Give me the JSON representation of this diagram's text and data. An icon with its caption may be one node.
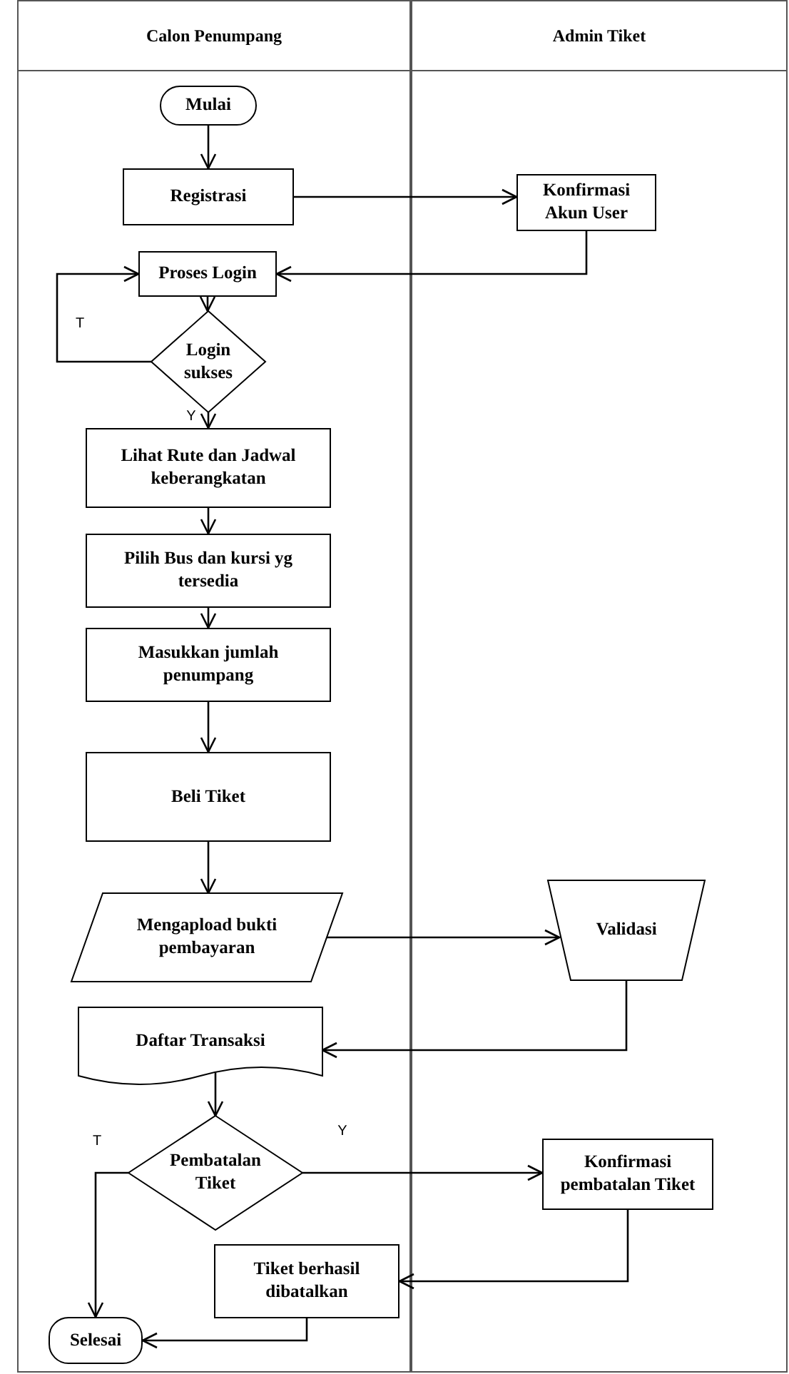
{
  "diagram": {
    "nodes": [
      {
        "text": [
          "Calon Penumpang"
        ]
      },
      {
        "text": [
          "Admin Tiket"
        ]
      },
      {
        "text": [
          "Mulai"
        ],
        "in": 0
      },
      {
        "text": [
          "Registrasi"
        ],
        "in": 0
      },
      {
        "text": [
          "Konfirmasi Akun User"
        ],
        "in": 1
      },
      {
        "text": [
          "Proses Login"
        ],
        "in": 0
      },
      {
        "text": [
          "Login sukses"
        ],
        "in": 0
      },
      {
        "text": [
          "Lihat Rute dan Jadwal keberangkatan"
        ],
        "in": 0
      },
      {
        "text": [
          "Pilih Bus dan kursi yg tersedia"
        ],
        "in": 0
      },
      {
        "text": [
          "Masukkan jumlah penumpang"
        ],
        "in": 0
      },
      {
        "text": [
          "Beli Tiket"
        ],
        "in": 0
      },
      {
        "text": [
          "Mengapload bukti pembayaran"
        ],
        "in": 0
      },
      {
        "text": [
          "Validasi"
        ],
        "in": 1
      },
      {
        "text": [
          "Daftar Transaksi"
        ],
        "in": 0
      },
      {
        "text": [
          "Pembatalan Tiket"
        ],
        "in": 0
      },
      {
        "text": [
          "Konfirmasi pembatalan Tiket"
        ],
        "in": 1
      },
      {
        "text": [
          "Tiket berhasil dibatalkan"
        ],
        "in": 0
      },
      {
        "text": [
          "Selesai"
        ],
        "in": 0
      }
    ],
    "edges": [
      {
        "from": 2,
        "to": 3,
        "arrow": "to"
      },
      {
        "from": 3,
        "to": 4,
        "arrow": "to"
      },
      {
        "from": 4,
        "to": 5,
        "arrow": "to"
      },
      {
        "from": 5,
        "to": 6,
        "arrow": "to"
      },
      {
        "from": 6,
        "to": 5,
        "arrow": "to",
        "label": "T"
      },
      {
        "from": 6,
        "to": 7,
        "arrow": "to",
        "label": "Y"
      },
      {
        "from": 7,
        "to": 8,
        "arrow": "to"
      },
      {
        "from": 8,
        "to": 9,
        "arrow": "to"
      },
      {
        "from": 9,
        "to": 10,
        "arrow": "to"
      },
      {
        "from": 10,
        "to": 11,
        "arrow": "to"
      },
      {
        "from": 11,
        "to": 12,
        "arrow": "to"
      },
      {
        "from": 12,
        "to": 13,
        "arrow": "to"
      },
      {
        "from": 13,
        "to": 14,
        "arrow": "to"
      },
      {
        "from": 14,
        "to": 15,
        "arrow": "to",
        "label": "Y"
      },
      {
        "from": 14,
        "to": 17,
        "arrow": "to",
        "label": "T"
      },
      {
        "from": 15,
        "to": 16,
        "arrow": "to"
      },
      {
        "from": 16,
        "to": 17,
        "arrow": "to"
      }
    ]
  }
}
